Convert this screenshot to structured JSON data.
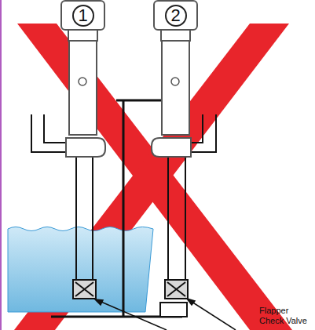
{
  "diagram": {
    "nodes": [
      {
        "text": [
          "1"
        ]
      },
      {
        "text": [
          "2"
        ]
      }
    ],
    "labels": [
      "Flapper Check Valve"
    ]
  }
}
